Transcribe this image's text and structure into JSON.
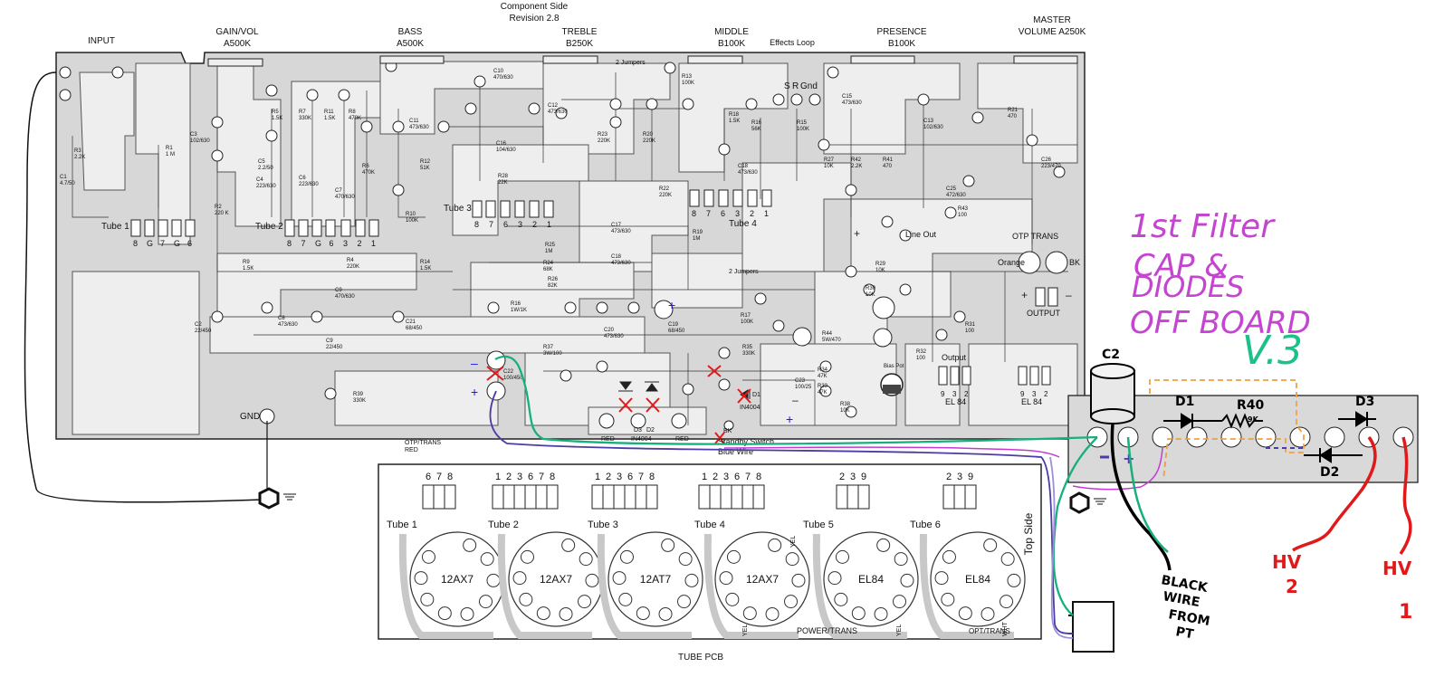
{
  "header": {
    "component_side": "Component Side",
    "revision": "Revision 2.8"
  },
  "controls": [
    {
      "name": "INPUT",
      "value": ""
    },
    {
      "name": "GAIN/VOL",
      "value": "A500K"
    },
    {
      "name": "BASS",
      "value": "A500K"
    },
    {
      "name": "TREBLE",
      "value": "B250K"
    },
    {
      "name": "MIDDLE",
      "value": "B100K"
    },
    {
      "name": "PRESENCE",
      "value": "B100K"
    },
    {
      "name": "MASTER",
      "value": "VOLUME A250K"
    }
  ],
  "effects_loop": {
    "label": "Effects Loop",
    "s": "S",
    "r": "R",
    "gnd": "Gnd"
  },
  "main_board_labels": {
    "tube1": "Tube 1",
    "tube2": "Tube 2",
    "tube3": "Tube 3",
    "tube4": "Tube 4",
    "jumpers_top": "2 Jumpers",
    "jumpers_mid": "2 Jumpers",
    "line_out": "Line Out",
    "otp_trans": "OTP TRANS",
    "orange": "Orange",
    "bk": "BK",
    "output_top": "OUTPUT",
    "output": "Output",
    "el84": "EL 84",
    "el84b": "EL 84",
    "bias_pot": "Bias Pot",
    "gnd": "GND",
    "red1": "RED",
    "red2": "RED",
    "d3": "D3",
    "d2": "D2",
    "d1": "D1",
    "in4004a": "IN4004",
    "in4004b": "IN4004",
    "standby_bk": "BK",
    "standby": "Standby Switch",
    "blue_wire": "Blue Wire",
    "otp_red": "OTP/TRANS",
    "otp_red2": "RED"
  },
  "components": [
    {
      "ref": "C1",
      "val": "4.7/50"
    },
    {
      "ref": "R3",
      "val": "2.2K"
    },
    {
      "ref": "R1",
      "val": "1 M"
    },
    {
      "ref": "C3",
      "val": "102/630"
    },
    {
      "ref": "R2",
      "val": "220 K"
    },
    {
      "ref": "R5",
      "val": "1.5K"
    },
    {
      "ref": "C5",
      "val": "2.2/50"
    },
    {
      "ref": "C4",
      "val": "223/630"
    },
    {
      "ref": "R7",
      "val": "330K"
    },
    {
      "ref": "R11",
      "val": "1.5K"
    },
    {
      "ref": "R8",
      "val": "470K"
    },
    {
      "ref": "R6",
      "val": "470K"
    },
    {
      "ref": "C6",
      "val": "223/630"
    },
    {
      "ref": "C7",
      "val": "470/630"
    },
    {
      "ref": "R10",
      "val": "100K"
    },
    {
      "ref": "R12",
      "val": "51K"
    },
    {
      "ref": "C11",
      "val": "473/630"
    },
    {
      "ref": "C10",
      "val": "470/630"
    },
    {
      "ref": "C16",
      "val": "104/630"
    },
    {
      "ref": "R28",
      "val": "22K"
    },
    {
      "ref": "C12",
      "val": "473/630"
    },
    {
      "ref": "R13",
      "val": "100K"
    },
    {
      "ref": "R23",
      "val": "220K"
    },
    {
      "ref": "R20",
      "val": "220K"
    },
    {
      "ref": "R22",
      "val": "220K"
    },
    {
      "ref": "R18",
      "val": "1.5K"
    },
    {
      "ref": "R16",
      "val": "56K"
    },
    {
      "ref": "R15",
      "val": "100K"
    },
    {
      "ref": "C18",
      "val": "473/630"
    },
    {
      "ref": "C15",
      "val": "473/630"
    },
    {
      "ref": "C13",
      "val": "102/630"
    },
    {
      "ref": "R21",
      "val": "470"
    },
    {
      "ref": "R27",
      "val": "10K"
    },
    {
      "ref": "R42",
      "val": "2.2K"
    },
    {
      "ref": "R41",
      "val": "470"
    },
    {
      "ref": "C26",
      "val": "223/470"
    },
    {
      "ref": "C25",
      "val": "472/630"
    },
    {
      "ref": "R43",
      "val": "100"
    },
    {
      "ref": "R9",
      "val": "1.5K"
    },
    {
      "ref": "R4",
      "val": "220K"
    },
    {
      "ref": "C9",
      "val": "470/630"
    },
    {
      "ref": "R14",
      "val": "1.5K"
    },
    {
      "ref": "R25",
      "val": "1M"
    },
    {
      "ref": "R24",
      "val": "68K"
    },
    {
      "ref": "R26",
      "val": "82K"
    },
    {
      "ref": "C17",
      "val": "473/630"
    },
    {
      "ref": "C18b",
      "val": "473/630"
    },
    {
      "ref": "R19",
      "val": "1M"
    },
    {
      "ref": "R29",
      "val": "10K"
    },
    {
      "ref": "R30",
      "val": "10K"
    },
    {
      "ref": "C2",
      "val": "22/450"
    },
    {
      "ref": "C8",
      "val": "473/630"
    },
    {
      "ref": "C9b",
      "val": "22/450"
    },
    {
      "ref": "C21",
      "val": "68/450"
    },
    {
      "ref": "R16b",
      "val": "1W/1K"
    },
    {
      "ref": "C20",
      "val": "473/630"
    },
    {
      "ref": "C19",
      "val": "68/450"
    },
    {
      "ref": "R17",
      "val": "100K"
    },
    {
      "ref": "R44",
      "val": "5W/470"
    },
    {
      "ref": "R31",
      "val": "100"
    },
    {
      "ref": "R37",
      "val": "3W/100"
    },
    {
      "ref": "R35",
      "val": "330K"
    },
    {
      "ref": "R32",
      "val": "100"
    },
    {
      "ref": "C22",
      "val": "100/450"
    },
    {
      "ref": "R34",
      "val": "47K"
    },
    {
      "ref": "R33",
      "val": "47K"
    },
    {
      "ref": "R38",
      "val": "10K"
    },
    {
      "ref": "C23",
      "val": "100/25"
    },
    {
      "ref": "R39",
      "val": "330K"
    },
    {
      "ref": "R40",
      "val": "9K"
    }
  ],
  "tube_pins": {
    "tube1": [
      "8",
      "G",
      "7",
      "G",
      "6"
    ],
    "tube2": [
      "8",
      "7",
      "G",
      "6",
      "3",
      "2",
      "1"
    ],
    "tube3": [
      "8",
      "7",
      "6",
      "3",
      "2",
      "1"
    ],
    "tube4": [
      "8",
      "7",
      "6",
      "3",
      "2",
      "1"
    ],
    "el84a": [
      "9",
      "3",
      "2"
    ],
    "el84b": [
      "9",
      "3",
      "2"
    ]
  },
  "tube_pcb": {
    "title": "TUBE PCB",
    "top_side": "Top Side",
    "power_trans": "POWER/TRANS",
    "opt_trans": "OPT/TRANS",
    "yel1": "YEL",
    "yel2": "YEL",
    "yel3": "YEL",
    "wht": "WHT",
    "tubes": [
      {
        "label": "Tube 1",
        "type": "12AX7",
        "pins": [
          "6",
          "7",
          "8"
        ]
      },
      {
        "label": "Tube 2",
        "type": "12AX7",
        "pins": [
          "1",
          "2",
          "3",
          "6",
          "7",
          "8"
        ]
      },
      {
        "label": "Tube 3",
        "type": "12AT7",
        "pins": [
          "1",
          "2",
          "3",
          "6",
          "7",
          "8"
        ]
      },
      {
        "label": "Tube 4",
        "type": "12AX7",
        "pins": [
          "1",
          "2",
          "3",
          "6",
          "7",
          "8"
        ]
      },
      {
        "label": "Tube 5",
        "type": "EL84",
        "pins": [
          "2",
          "3",
          "9"
        ]
      },
      {
        "label": "Tube 6",
        "type": "EL84",
        "pins": [
          "2",
          "3",
          "9"
        ]
      }
    ]
  },
  "annotation": {
    "line1": "1st Filter",
    "line2": "CAP &",
    "line3": "DIODES",
    "line4": "OFF BOARD",
    "version": "V.3",
    "c2": "C2",
    "d1": "D1",
    "r40": "R40",
    "r40val": "9K",
    "d3": "D3",
    "d2": "D2",
    "black_wire": [
      "BLACK",
      "WIRE",
      "FROM",
      "PT"
    ],
    "hv2": [
      "HV",
      "2"
    ],
    "hv1": [
      "HV",
      "1"
    ],
    "plus": "+",
    "minus": "-"
  },
  "colors": {
    "board": "#d9d9d9",
    "trace": "#e9e9e9",
    "outline": "#222222",
    "green_wire": "#18b07a",
    "purple_wire": "#4b3ca6",
    "magenta_wire": "#c23ad4",
    "lavender_wire": "#9d8fd8",
    "black_wire": "#000000",
    "red_wire": "#e01a1a",
    "orange_dash": "#f0a040",
    "annotation_purple": "#c445cf",
    "annotation_green": "#1cc08a"
  }
}
